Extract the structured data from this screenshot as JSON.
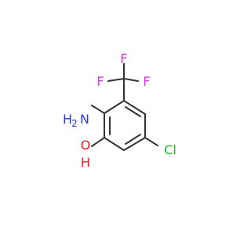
{
  "molecule": {
    "atoms": {
      "F_top": {
        "symbol": "F",
        "color": "#d63bd6"
      },
      "F_left": {
        "symbol": "F",
        "color": "#d63bd6"
      },
      "F_right": {
        "symbol": "F",
        "color": "#d63bd6"
      },
      "N": {
        "symbol": "N",
        "color": "#2a3ad8"
      },
      "N_H2": {
        "symbol": "H",
        "color": "#2a3ad8"
      },
      "N_H2_sub": {
        "symbol": "2",
        "color": "#2a3ad8"
      },
      "O": {
        "symbol": "O",
        "color": "#e02020"
      },
      "O_H": {
        "symbol": "H",
        "color": "#e02020"
      },
      "Cl": {
        "symbol": "Cl",
        "color": "#1fb01f"
      }
    },
    "bond_color": "#333333"
  }
}
